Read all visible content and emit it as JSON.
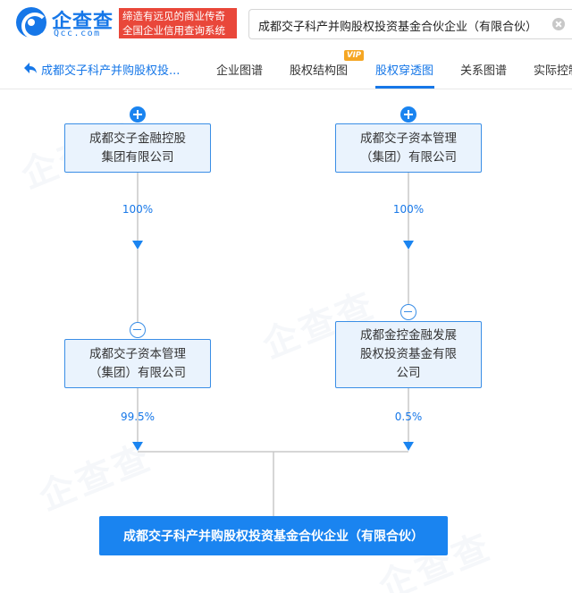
{
  "header": {
    "brand_name": "企查查",
    "brand_domain": "Qcc.com",
    "slogan_line1": "缔造有远见的商业传奇",
    "slogan_line2": "全国企业信用查询系统",
    "search_value": "成都交子科产并购股权投资基金合伙企业（有限合伙）"
  },
  "tabs": {
    "back_label": "成都交子科产并购股权投...",
    "items": [
      {
        "label": "企业图谱"
      },
      {
        "label": "股权结构图"
      },
      {
        "label": "股权穿透图"
      },
      {
        "label": "关系图谱"
      },
      {
        "label": "实际控制"
      }
    ],
    "vip_label": "VIP",
    "active_index": 2
  },
  "diagram": {
    "top_left": {
      "line1": "成都交子金融控股",
      "line2": "集团有限公司",
      "pct": "100%"
    },
    "top_right": {
      "line1": "成都交子资本管理",
      "line2": "（集团）有限公司",
      "pct": "100%"
    },
    "mid_left": {
      "line1": "成都交子资本管理",
      "line2": "（集团）有限公司",
      "pct": "99.5%"
    },
    "mid_right": {
      "line1": "成都金控金融发展",
      "line2": "股权投资基金有限",
      "line3": "公司",
      "pct": "0.5%"
    },
    "target": {
      "label": "成都交子科产并购股权投资基金合伙企业（有限合伙）"
    },
    "colors": {
      "accent": "#1677e8",
      "node_bg": "#eaf3fd",
      "node_border": "#3a8ee6",
      "line": "#c9c9c9",
      "target_bg": "#1a84f0"
    }
  }
}
